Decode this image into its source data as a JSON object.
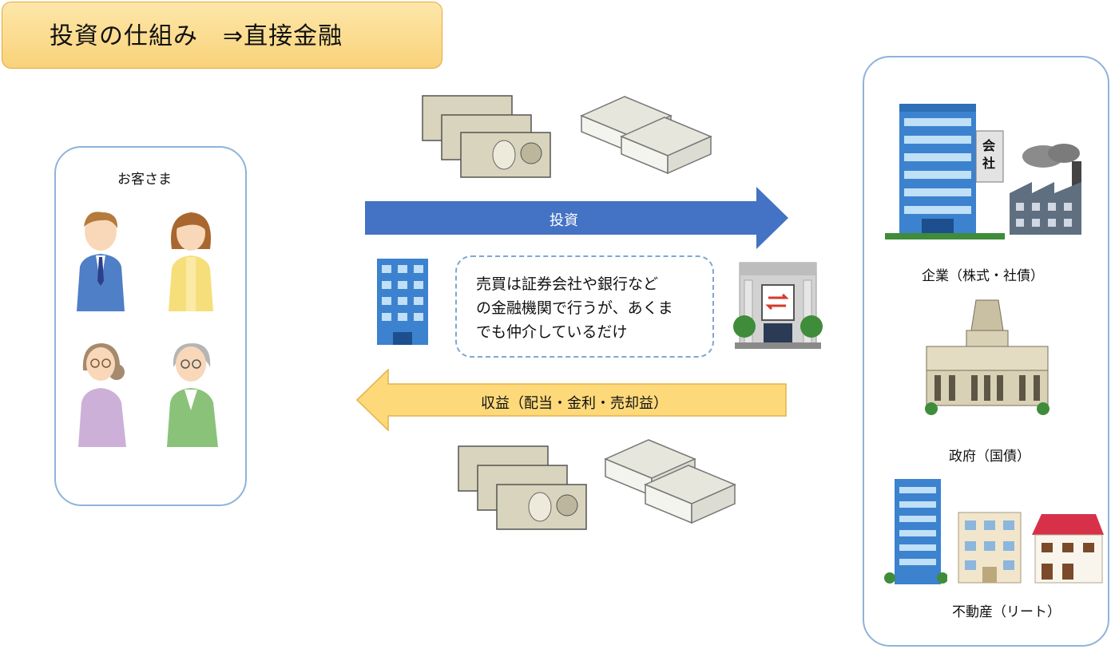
{
  "title": "投資の仕組み　⇒直接金融",
  "customers": {
    "label": "お客さま"
  },
  "arrows": {
    "invest": {
      "label": "投資",
      "color": "#4472c4"
    },
    "returns": {
      "label": "収益（配当・金利・売却益）",
      "color": "#fdd97a"
    }
  },
  "note": {
    "lines": [
      "売買は証券会社や銀行など",
      "の金融機関で行うが、あくま",
      "でも仲介しているだけ"
    ]
  },
  "destinations": [
    {
      "label": "企業（株式・社債）"
    },
    {
      "label": "政府（国債）"
    },
    {
      "label": "不動産（リート）"
    }
  ],
  "icons": {
    "company": "会社"
  }
}
